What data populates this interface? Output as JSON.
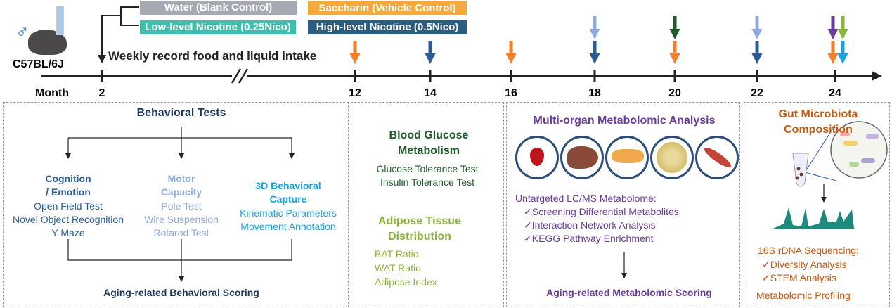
{
  "groups": [
    {
      "label": "Water (Blank Control)",
      "color": "#a6a8b3"
    },
    {
      "label": "Low-level Nicotine (0.25Nico)",
      "color": "#3dbfb0"
    },
    {
      "label": "Saccharin (Vehicle Control)",
      "color": "#f4a93a"
    },
    {
      "label": "High-level Nicotine (0.5Nico)",
      "color": "#2a5d7f"
    }
  ],
  "strain": "C57BL/6J",
  "sex_symbol": "♂",
  "intake_note": "Weekly record food and liquid intake",
  "timeline": {
    "axis_label": "Month",
    "ticks": [
      "2",
      "12",
      "14",
      "16",
      "18",
      "20",
      "22",
      "24"
    ]
  },
  "arrow_colors": {
    "orange": "#f07f2e",
    "blue": "#2a5d94",
    "lightblue": "#8faadc",
    "darkgreen": "#1e5a2a",
    "purple": "#6a3d9a",
    "green": "#8db33a",
    "cyan": "#1aa3e0"
  },
  "behavior": {
    "title": "Behavioral Tests",
    "cognition": {
      "title": "Cognition\n/ Emotion",
      "items": [
        "Open Field Test",
        "Novel Object Recognition",
        "Y Maze"
      ]
    },
    "motor": {
      "title": "Motor\nCapacity",
      "items": [
        "Pole Test",
        "Wire Suspension",
        "Rotarod Test"
      ]
    },
    "capture": {
      "title": "3D Behavioral\nCapture",
      "items": [
        "Kinematic Parameters",
        "Movement Annotation"
      ]
    },
    "scoring": "Aging-related Behavioral Scoring"
  },
  "glucose": {
    "title": "Blood Glucose\nMetabolism",
    "items": [
      "Glucose Tolerance Test",
      "Insulin Tolerance Test"
    ]
  },
  "adipose": {
    "title": "Adipose Tissue\nDistribution",
    "items": [
      "BAT Ratio",
      "WAT Ratio",
      "Adipose Index"
    ]
  },
  "metabolomic": {
    "title": "Multi-organ Metabolomic Analysis",
    "organs": [
      "blood-icon",
      "liver-icon",
      "pancreas-icon",
      "fat-icon",
      "muscle-icon"
    ],
    "method": "Untargeted LC/MS Metabolome:",
    "items": [
      "✓Screening Differential Metabolites",
      "✓Interaction Network Analysis",
      "✓KEGG Pathway Enrichment"
    ],
    "scoring": "Aging-related Metabolomic Scoring"
  },
  "microbiota": {
    "title": "Gut Microbiota\nComposition",
    "method": "16S rDNA Sequencing:",
    "items": [
      "✓Diversity Analysis",
      "✓STEM Analysis"
    ],
    "extra": "Metabolomic Profiling"
  }
}
